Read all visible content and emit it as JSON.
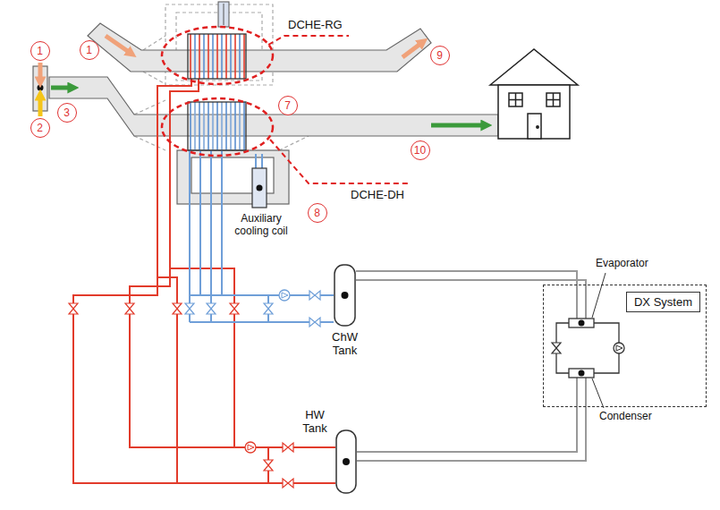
{
  "diagram": {
    "nodes": [
      {
        "text": [
          "ChW Tank"
        ]
      },
      {
        "text": [
          "DX System"
        ]
      },
      {
        "text": [
          "HW Tank"
        ]
      }
    ],
    "edges": [
      {
        "from": 0,
        "to": 1,
        "arrow": "none"
      },
      {
        "from": 2,
        "to": 1,
        "arrow": "none"
      }
    ],
    "labels": [
      "1",
      "1",
      "2",
      "3",
      "7",
      "8",
      "9",
      "10",
      "DCHE-RG",
      "DCHE-DH",
      "Auxiliary cooling coil",
      "Evaporator",
      "Condenser"
    ]
  }
}
